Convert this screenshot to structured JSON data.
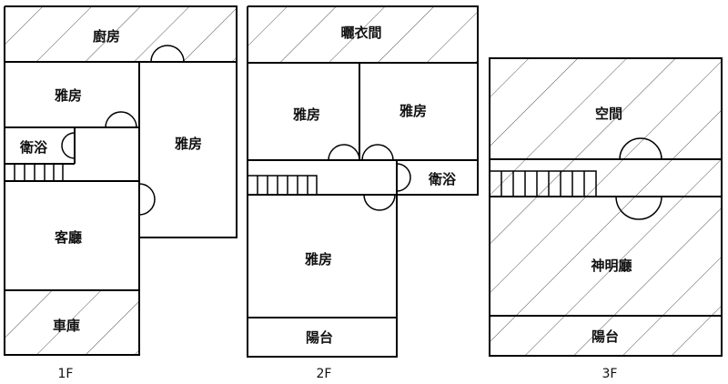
{
  "floor1": {
    "label": "1F",
    "rooms": {
      "kitchen": "廚房",
      "bedroom_a": "雅房",
      "bedroom_b": "雅房",
      "bathroom": "衛浴",
      "living": "客廳",
      "garage": "車庫"
    }
  },
  "floor2": {
    "label": "2F",
    "rooms": {
      "laundry": "曬衣間",
      "bedroom_a": "雅房",
      "bedroom_b": "雅房",
      "bathroom": "衛浴",
      "bedroom_c": "雅房",
      "balcony": "陽台"
    }
  },
  "floor3": {
    "label": "3F",
    "rooms": {
      "space": "空間",
      "shrine": "神明廳",
      "balcony": "陽台"
    }
  }
}
